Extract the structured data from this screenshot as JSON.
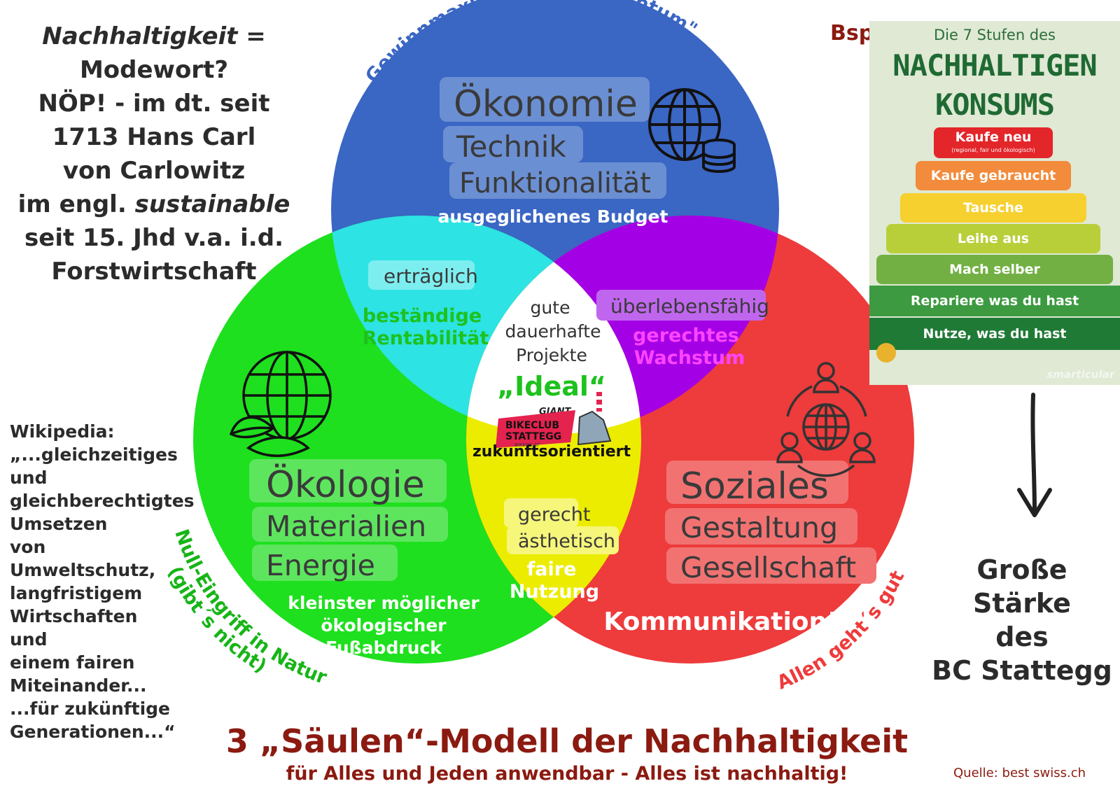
{
  "intro": {
    "lines": [
      "Nachhaltigkeit =",
      "Modewort?",
      "NÖP! - im dt. seit",
      "1713 Hans Carl",
      "von Carlowitz",
      "im engl. sustainable",
      "seit 15. Jhd v.a. i.d.",
      "Forstwirtschaft"
    ]
  },
  "wiki": {
    "lines": [
      "Wikipedia:",
      "„...gleichzeitiges",
      "und",
      "gleichberechtigtes",
      "Umsetzen",
      "von",
      "Umweltschutz,",
      "langfristigem",
      "Wirtschaften",
      "und",
      "einem fairen",
      "Miteinander...",
      "...für zukünftige",
      "Generationen...“"
    ]
  },
  "venn": {
    "top_arc_label": "Gewinnmaximierung -\"Reichtum\"",
    "left_arc_label_1": "Null-Eingriff in Natur",
    "left_arc_label_2": "(gibt´s nicht)",
    "right_arc_label": "Allen geht´s gut",
    "economy": {
      "lines": [
        "Ökonomie",
        "Technik",
        "Funktionalität"
      ],
      "note": "ausgeglichenes Budget",
      "icon": "globe-coins-icon",
      "color": "#3a66c4"
    },
    "ecology": {
      "lines": [
        "Ökologie",
        "Materialien",
        "Energie"
      ],
      "note": [
        "kleinster möglicher",
        "ökologischer",
        "Fußabdruck"
      ],
      "icon": "globe-leaf-icon",
      "color": "#1ee01e"
    },
    "social": {
      "lines": [
        "Soziales",
        "Gestaltung",
        "Gesellschaft"
      ],
      "note": "Kommunikation!",
      "icon": "people-globe-icon",
      "color": "#ee3b3b"
    },
    "eco_eco": {
      "tag": "erträglich",
      "note": [
        "beständige",
        "Rentabilität"
      ]
    },
    "eco_social": {
      "tag": "überlebensfähig",
      "note": [
        "gerechtes",
        "Wachstum"
      ]
    },
    "ecology_social": {
      "tags": [
        "gerecht",
        "ästhetisch"
      ],
      "note": [
        "faire",
        "Nutzung"
      ]
    },
    "center": {
      "lines": [
        "gute",
        "dauerhafte",
        "Projekte"
      ],
      "ideal": "„Ideal“",
      "bottom": "zukunftsorientiert",
      "logo_brand": "GIANT",
      "logo_line1": "BIKECLUB",
      "logo_line2": "STATTEGG",
      "logo_url": "BIKECS.AT"
    }
  },
  "example": {
    "label": "Bsp.:",
    "title1": "Die 7 Stufen des",
    "title2": "NACHHALTIGEN",
    "title3": "KONSUMS",
    "steps": [
      {
        "label": "Kaufe neu",
        "sub": "(regional, fair und ökologisch)",
        "color": "#e3262a"
      },
      {
        "label": "Kaufe gebraucht",
        "color": "#f28b3b"
      },
      {
        "label": "Tausche",
        "color": "#f6d02f"
      },
      {
        "label": "Leihe aus",
        "color": "#b9cf39"
      },
      {
        "label": "Mach selber",
        "color": "#72b043"
      },
      {
        "label": "Repariere was du hast",
        "color": "#3d9a41"
      },
      {
        "label": "Nutze, was du hast",
        "color": "#1f7a36"
      }
    ],
    "brand": "smarticular"
  },
  "strength": {
    "lines": [
      "Große",
      "Stärke",
      "des",
      "BC Stattegg"
    ]
  },
  "footer": {
    "title": "3 „Säulen“-Modell der Nachhaltigkeit",
    "subtitle": "für Alles und Jeden anwendbar - Alles ist nachhaltig!",
    "source": "Quelle: best swiss.ch"
  }
}
